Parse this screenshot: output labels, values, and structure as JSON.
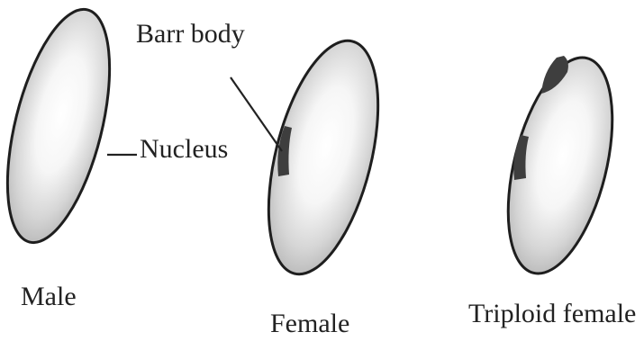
{
  "labels": {
    "barr_body": "Barr body",
    "nucleus": "Nucleus",
    "male": "Male",
    "female": "Female",
    "triploid_female": "Triploid female"
  },
  "cells": [
    {
      "label": "Male",
      "barr_bodies": 0
    },
    {
      "label": "Female",
      "barr_bodies": 1
    },
    {
      "label": "Triploid female",
      "barr_bodies": 2
    }
  ],
  "colors": {
    "outline": "#1e1e1e",
    "cell_fill_center": "#ffffff",
    "cell_fill_edge": "#bdbdbd",
    "barr_body": "#3e3e3e",
    "text": "#222222"
  }
}
